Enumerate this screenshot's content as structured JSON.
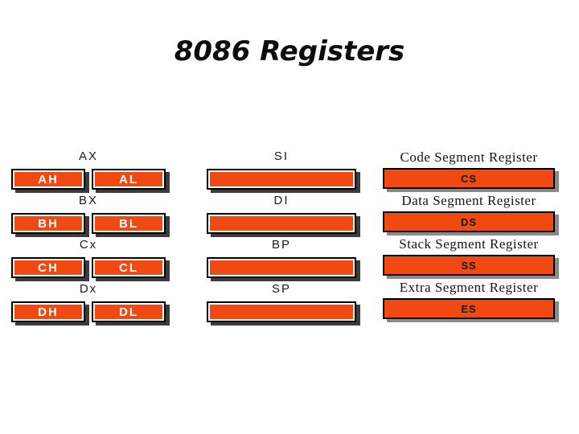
{
  "title": "8086 Registers",
  "colors": {
    "box_fill": "#F04A12",
    "box_border": "#000000",
    "box_inner_border": "#FFFFFF",
    "shadow_dark": "#3C3C3C",
    "shadow_gray": "#8A8A8A",
    "high_low_text": "#FFFFFF",
    "abbr_text": "#181818",
    "label_text": "#1A1A1A"
  },
  "general_registers": [
    {
      "name": "AX",
      "high": "AH",
      "low": "AL"
    },
    {
      "name": "BX",
      "high": "BH",
      "low": "BL"
    },
    {
      "name": "Cx",
      "high": "CH",
      "low": "CL"
    },
    {
      "name": "Dx",
      "high": "DH",
      "low": "DL"
    }
  ],
  "pointer_index_registers": [
    {
      "name": "SI"
    },
    {
      "name": "DI"
    },
    {
      "name": "BP"
    },
    {
      "name": "SP"
    }
  ],
  "segment_registers": [
    {
      "label": "Code Segment Register",
      "abbr": "CS"
    },
    {
      "label": "Data Segment Register",
      "abbr": "DS"
    },
    {
      "label": "Stack Segment Register",
      "abbr": "SS"
    },
    {
      "label": "Extra Segment Register",
      "abbr": "ES"
    }
  ]
}
